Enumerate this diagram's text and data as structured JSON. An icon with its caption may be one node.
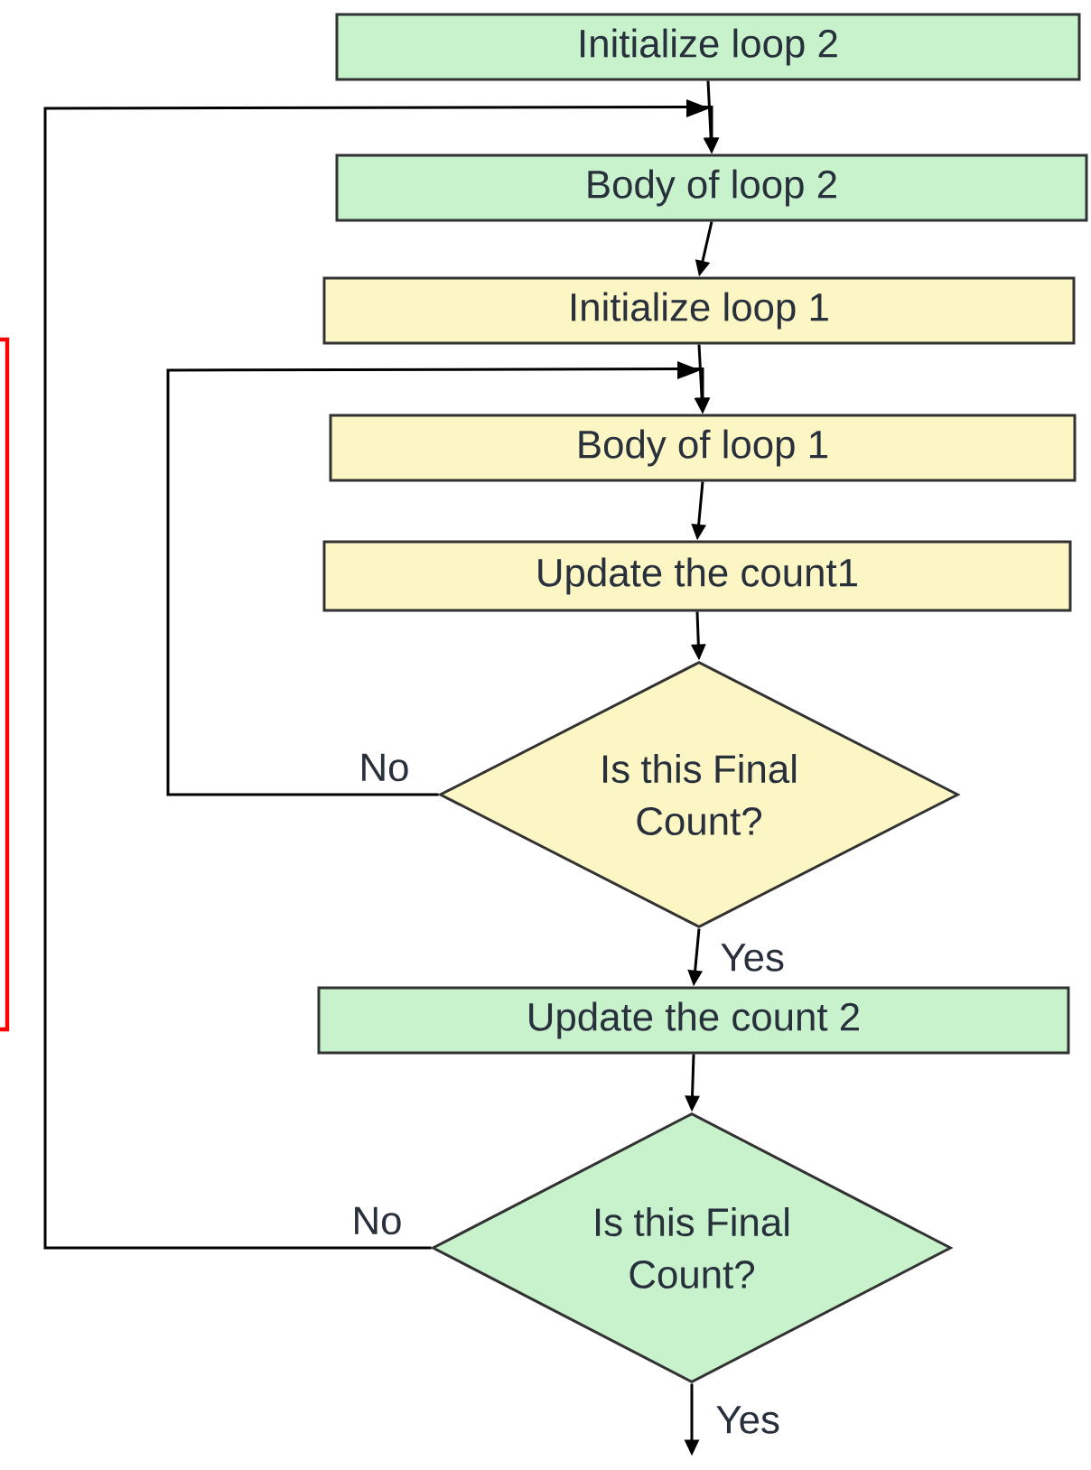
{
  "diagram": {
    "nodes": [
      {
        "text": [
          "Initialize loop 2"
        ]
      },
      {
        "text": [
          "Body of loop 2"
        ]
      },
      {
        "text": [
          "Initialize loop 1"
        ]
      },
      {
        "text": [
          "Body of loop 1"
        ]
      },
      {
        "text": [
          "Update the count1"
        ]
      },
      {
        "text": [
          "Is this Final Count?"
        ]
      },
      {
        "text": [
          "Update the count 2"
        ]
      },
      {
        "text": [
          "Is this Final Count?"
        ]
      }
    ],
    "edges": [
      {
        "from": 0,
        "to": 1,
        "arrow": "to"
      },
      {
        "from": 1,
        "to": 2,
        "arrow": "to"
      },
      {
        "from": 2,
        "to": 3,
        "arrow": "to"
      },
      {
        "from": 3,
        "to": 4,
        "arrow": "to"
      },
      {
        "from": 4,
        "to": 5,
        "arrow": "to"
      },
      {
        "from": 5,
        "to": 6,
        "arrow": "to",
        "label": "Yes"
      },
      {
        "from": 5,
        "to": 3,
        "arrow": "to",
        "label": "No"
      },
      {
        "from": 6,
        "to": 7,
        "arrow": "to"
      },
      {
        "from": 7,
        "to": null,
        "arrow": "to",
        "label": "Yes"
      },
      {
        "from": 7,
        "to": 1,
        "arrow": "to",
        "label": "No"
      }
    ]
  }
}
